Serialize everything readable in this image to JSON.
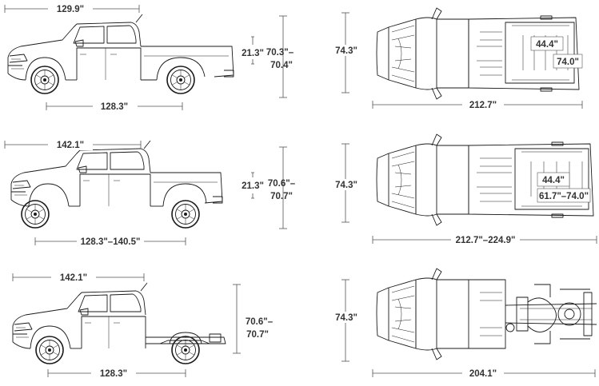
{
  "colors": {
    "line": "#1a1a1a",
    "dimension": "#333333",
    "background": "#ffffff"
  },
  "rows": [
    {
      "name": "extended-cab-long-box",
      "side": {
        "overall_top": "129.9\"",
        "wheelbase": "128.3\"",
        "ground_clearance": "21.3\"",
        "height": [
          "70.3\"–",
          "70.4\""
        ]
      },
      "top": {
        "width": "74.3\"",
        "length": "212.7\"",
        "bed_width": "44.4\"",
        "bed_length": "74.0\""
      }
    },
    {
      "name": "crew-cab",
      "side": {
        "overall_top": "142.1\"",
        "wheelbase": "128.3\"–140.5\"",
        "ground_clearance": "21.3\"",
        "height": [
          "70.6\"–",
          "70.7\""
        ]
      },
      "top": {
        "width": "74.3\"",
        "length": "212.7\"–224.9\"",
        "bed_width": "44.4\"",
        "bed_length": "61.7\"–74.0\""
      }
    },
    {
      "name": "chassis-cab",
      "side": {
        "overall_top": "142.1\"",
        "wheelbase": "128.3\"",
        "height": [
          "70.6\"–",
          "70.7\""
        ]
      },
      "top": {
        "width": "74.3\"",
        "length": "204.1\""
      }
    }
  ]
}
